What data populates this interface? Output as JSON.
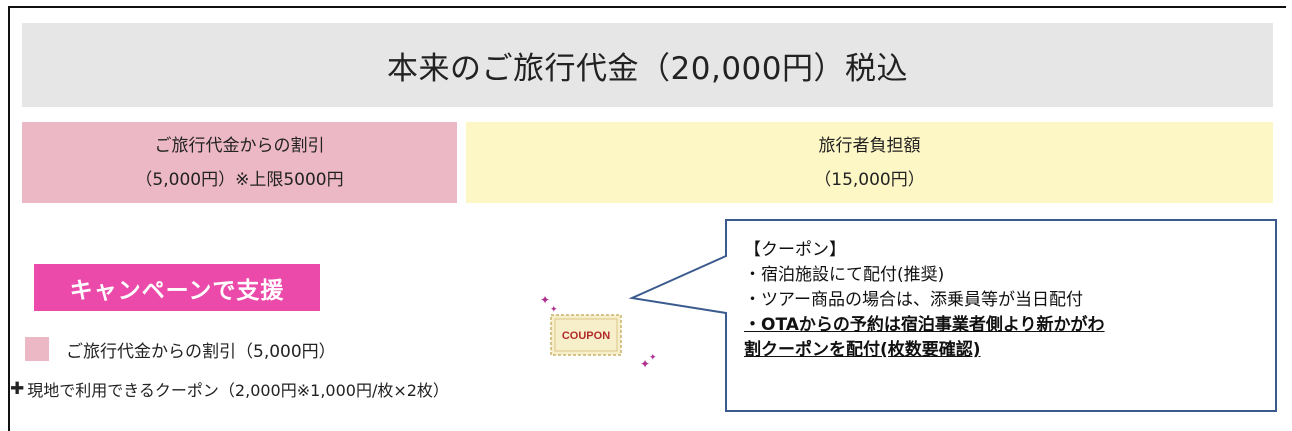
{
  "title": "本来のご旅行代金（20,000円）税込",
  "discount_box": {
    "line1": "ご旅行代金からの割引",
    "line2": "（5,000円）※上限5000円"
  },
  "burden_box": {
    "line1": "旅行者負担額",
    "line2": "（15,000円）"
  },
  "campaign_badge": "キャンペーンで支援",
  "legend": {
    "discount_label": "ご旅行代金からの割引（5,000円）",
    "coupon_label": "現地で利用できるクーポン（2,000円※1,000円/枚×2枚）",
    "plus_icon": "plus-icon"
  },
  "coupon_art": {
    "label": "COUPON"
  },
  "callout": {
    "heading": "【クーポン】",
    "item1": "・宿泊施設にて配付(推奨)",
    "item2": "・ツアー商品の場合は、添乗員等が当日配付",
    "item3_line1": "・OTAからの予約は宿泊事業者側より新かがわ",
    "item3_line2": "割クーポンを配付(枚数要確認)"
  },
  "colors": {
    "title_bg": "#e6e6e6",
    "discount_bg": "#ecb8c6",
    "burden_bg": "#fdf7c6",
    "badge_bg": "#ec4aaa",
    "callout_border": "#3b5b8e"
  }
}
